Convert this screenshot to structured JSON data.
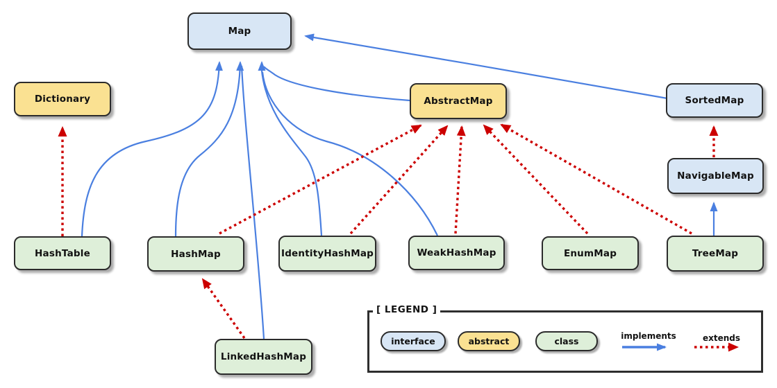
{
  "diagram": {
    "title_hint": "Java Map hierarchy class diagram",
    "nodes": [
      {
        "id": "map",
        "label": "Map",
        "type": "interface"
      },
      {
        "id": "dictionary",
        "label": "Dictionary",
        "type": "abstract"
      },
      {
        "id": "abstractmap",
        "label": "AbstractMap",
        "type": "abstract"
      },
      {
        "id": "sortedmap",
        "label": "SortedMap",
        "type": "interface"
      },
      {
        "id": "navigablemap",
        "label": "NavigableMap",
        "type": "interface"
      },
      {
        "id": "hashtable",
        "label": "HashTable",
        "type": "class"
      },
      {
        "id": "hashmap",
        "label": "HashMap",
        "type": "class"
      },
      {
        "id": "identityhashmap",
        "label": "IdentityHashMap",
        "type": "class"
      },
      {
        "id": "weakhashmap",
        "label": "WeakHashMap",
        "type": "class"
      },
      {
        "id": "enummap",
        "label": "EnumMap",
        "type": "class"
      },
      {
        "id": "treemap",
        "label": "TreeMap",
        "type": "class"
      },
      {
        "id": "linkedhashmap",
        "label": "LinkedHashMap",
        "type": "class"
      }
    ],
    "edges": [
      {
        "from": "hashtable",
        "to": "map",
        "type": "implements"
      },
      {
        "from": "hashmap",
        "to": "map",
        "type": "implements"
      },
      {
        "from": "linkedhashmap",
        "to": "map",
        "type": "implements"
      },
      {
        "from": "identityhashmap",
        "to": "map",
        "type": "implements"
      },
      {
        "from": "weakhashmap",
        "to": "map",
        "type": "implements"
      },
      {
        "from": "abstractmap",
        "to": "map",
        "type": "implements"
      },
      {
        "from": "sortedmap",
        "to": "map",
        "type": "implements"
      },
      {
        "from": "treemap",
        "to": "navigablemap",
        "type": "implements"
      },
      {
        "from": "hashtable",
        "to": "dictionary",
        "type": "extends"
      },
      {
        "from": "hashmap",
        "to": "abstractmap",
        "type": "extends"
      },
      {
        "from": "identityhashmap",
        "to": "abstractmap",
        "type": "extends"
      },
      {
        "from": "weakhashmap",
        "to": "abstractmap",
        "type": "extends"
      },
      {
        "from": "enummap",
        "to": "abstractmap",
        "type": "extends"
      },
      {
        "from": "treemap",
        "to": "abstractmap",
        "type": "extends"
      },
      {
        "from": "linkedhashmap",
        "to": "hashmap",
        "type": "extends"
      },
      {
        "from": "navigablemap",
        "to": "sortedmap",
        "type": "extends"
      }
    ],
    "colors": {
      "interface_fill": "#d8e6f5",
      "abstract_fill": "#fae192",
      "class_fill": "#deefd9",
      "implements_arrow": "#4a7fe0",
      "extends_arrow": "#cc0000",
      "node_border": "#2b2b2b"
    }
  },
  "legend": {
    "title": "[ LEGEND ]",
    "interface_label": "interface",
    "abstract_label": "abstract",
    "class_label": "class",
    "implements_label": "implements",
    "extends_label": "extends"
  }
}
